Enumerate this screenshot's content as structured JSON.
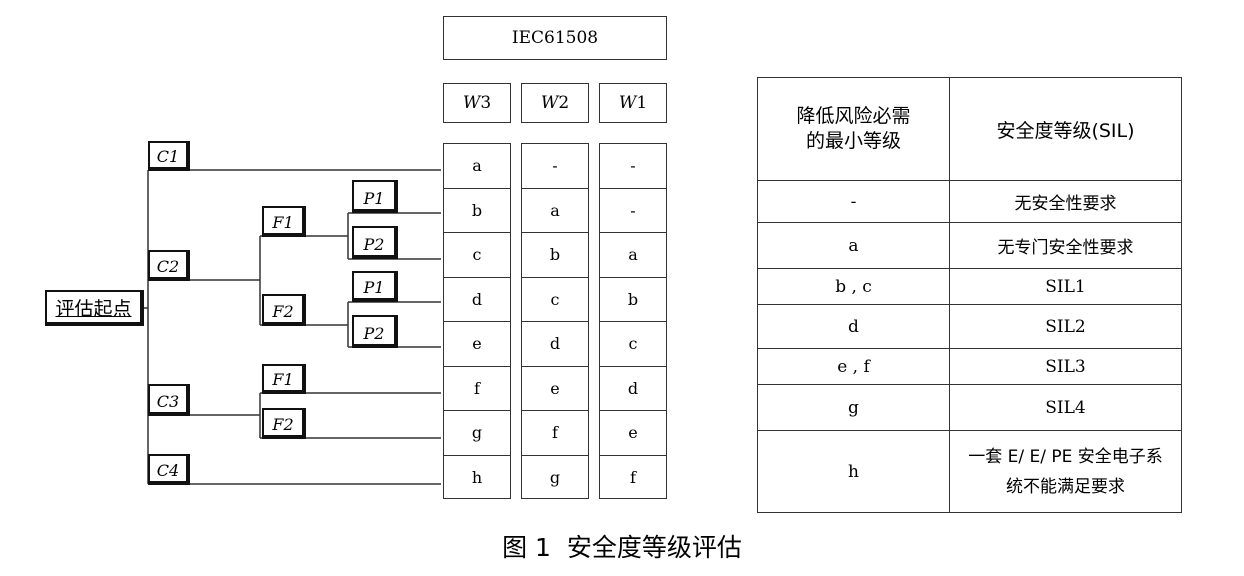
{
  "standard": "IEC61508",
  "columns": [
    {
      "prefix": "W",
      "num": "3"
    },
    {
      "prefix": "W",
      "num": "2"
    },
    {
      "prefix": "W",
      "num": "1"
    }
  ],
  "rows": [
    [
      "a",
      "-",
      "-"
    ],
    [
      "b",
      "a",
      "-"
    ],
    [
      "c",
      "b",
      "a"
    ],
    [
      "d",
      "c",
      "b"
    ],
    [
      "e",
      "d",
      "c"
    ],
    [
      "f",
      "e",
      "d"
    ],
    [
      "g",
      "f",
      "e"
    ],
    [
      "h",
      "g",
      "f"
    ]
  ],
  "start_label": "评估起点",
  "params": {
    "c1": "C1",
    "c2": "C2",
    "c3": "C3",
    "c4": "C4",
    "f1_upper": "F1",
    "f2_upper": "F2",
    "f1_lower": "F1",
    "f2_lower": "F2",
    "p1_a": "P1",
    "p2_a": "P2",
    "p1_b": "P1",
    "p2_b": "P2"
  },
  "sil_table": {
    "header_left": "降低风险必需的最小等级",
    "header_right": "安全度等级(SIL)",
    "rows": [
      {
        "level": "-",
        "sil": "无安全性要求"
      },
      {
        "level": "a",
        "sil": "无专门安全性要求"
      },
      {
        "level": "b , c",
        "sil": "SIL1"
      },
      {
        "level": "d",
        "sil": "SIL2"
      },
      {
        "level": "e , f",
        "sil": "SIL3"
      },
      {
        "level": "g",
        "sil": "SIL4"
      },
      {
        "level": "h",
        "sil": "一套 E/ E/ PE 安全电子系统不能满足要求"
      }
    ]
  },
  "caption": {
    "fig": "图 1",
    "title": "安全度等级评估"
  }
}
